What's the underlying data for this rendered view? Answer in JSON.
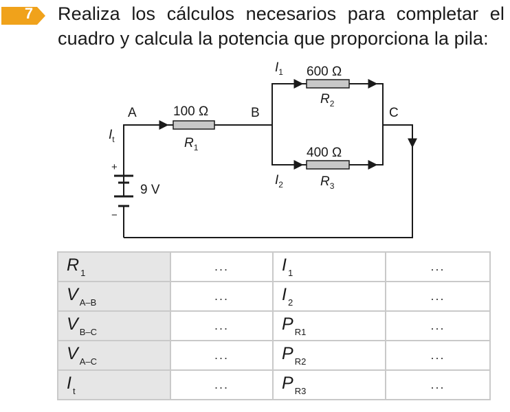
{
  "exercise": {
    "number": "7",
    "line1": "Realiza los cálculos necesarios para completar el",
    "line2": "cuadro y calcula la potencia que proporciona la pila:"
  },
  "circuit": {
    "node_a": "A",
    "node_b": "B",
    "node_c": "C",
    "r1_value": "100 Ω",
    "r1_name": "R",
    "r1_sub": "1",
    "r2_value": "600 Ω",
    "r2_name": "R",
    "r2_sub": "2",
    "r3_value": "400 Ω",
    "r3_name": "R",
    "r3_sub": "3",
    "i1_name": "I",
    "i1_sub": "1",
    "i2_name": "I",
    "i2_sub": "2",
    "it_name": "I",
    "it_sub": "t",
    "battery_voltage": "9 V",
    "plus": "+",
    "minus": "−"
  },
  "table": {
    "rows": [
      {
        "left_sym": "R",
        "left_sub": "1",
        "left_val": "...",
        "right_sym": "I",
        "right_sub": "1",
        "right_val": "..."
      },
      {
        "left_sym": "V",
        "left_sub": "A–B",
        "left_val": "...",
        "right_sym": "I",
        "right_sub": "2",
        "right_val": "..."
      },
      {
        "left_sym": "V",
        "left_sub": "B–C",
        "left_val": "...",
        "right_sym": "P",
        "right_sub": "R1",
        "right_val": "..."
      },
      {
        "left_sym": "V",
        "left_sub": "A–C",
        "left_val": "...",
        "right_sym": "P",
        "right_sub": "R2",
        "right_val": "..."
      },
      {
        "left_sym": "I",
        "left_sub": "t",
        "left_val": "...",
        "right_sym": "P",
        "right_sub": "R3",
        "right_val": "..."
      }
    ]
  },
  "colors": {
    "badge": "#f0a21b",
    "wire": "#1a1a1a",
    "resistor_fill": "#c8c8c8",
    "table_label_bg": "#e6e6e6",
    "table_border": "#c9c9c9"
  }
}
